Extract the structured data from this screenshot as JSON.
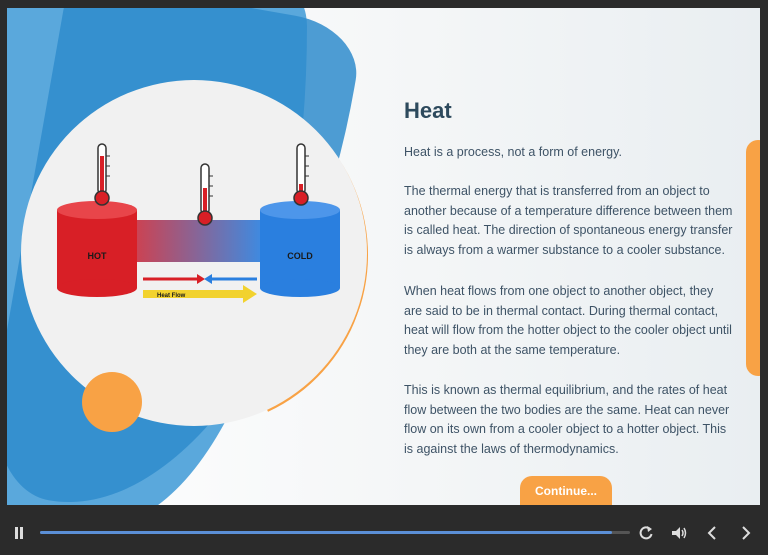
{
  "slide": {
    "title": "Heat",
    "paragraphs": [
      "Heat is a process, not a form of energy.",
      "The thermal energy that is transferred from an object to another because of a temperature difference between them is called heat. The direction of spontaneous energy transfer is always from a warmer substance to a cooler substance.",
      "When heat flows from one object to another object, they are said to be in thermal contact. During thermal contact, heat will flow from the hotter object to the cooler object until they are both at the same temperature.",
      "This is known as thermal equilibrium, and the rates of heat flow between the two bodies are the same. Heat can never flow on its own from a cooler object to a hotter object. This is against the laws of thermodynamics."
    ],
    "continue_label": "Continue..."
  },
  "diagram": {
    "hot_label": "HOT",
    "cold_label": "COLD",
    "flow_label": "Heat Flow",
    "colors": {
      "hot": "#e0262b",
      "cold": "#2a7fdf",
      "arrow": "#f2d22e"
    }
  },
  "player": {
    "progress": 0.97,
    "icons": [
      "pause-icon",
      "replay-icon",
      "volume-icon",
      "previous-icon",
      "next-icon"
    ]
  },
  "colors": {
    "accent": "#f8a245",
    "blue": "#2f8ccc",
    "title": "#2d4a5d"
  }
}
